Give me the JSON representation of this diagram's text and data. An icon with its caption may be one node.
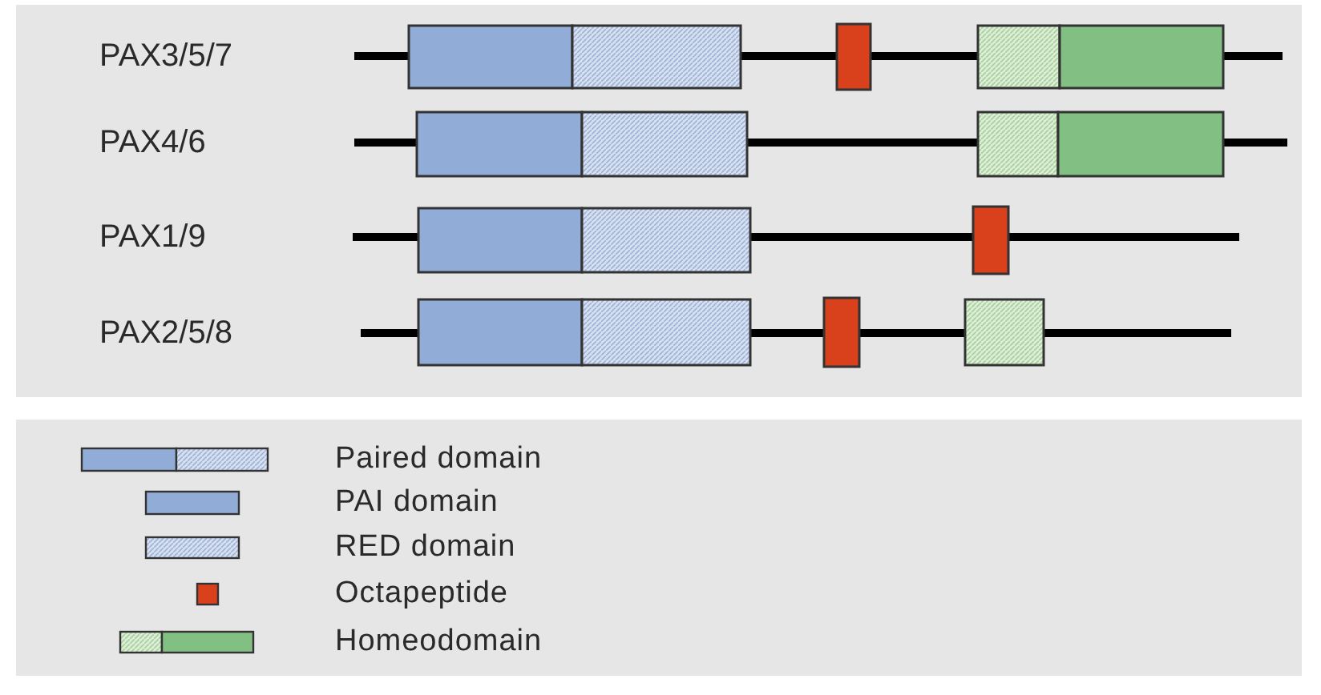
{
  "diagram": {
    "labels": [
      "PAX3/5/7",
      "PAX4/6",
      "PAX1/9",
      "PAX2/5/8"
    ],
    "legend": [
      {
        "text": "Paired domain"
      },
      {
        "text": "PAI domain",
        "color": "#92acd8"
      },
      {
        "text": "RED domain"
      },
      {
        "text": "Octapeptide",
        "color": "#d9401c"
      },
      {
        "text": "Homeodomain"
      }
    ]
  }
}
